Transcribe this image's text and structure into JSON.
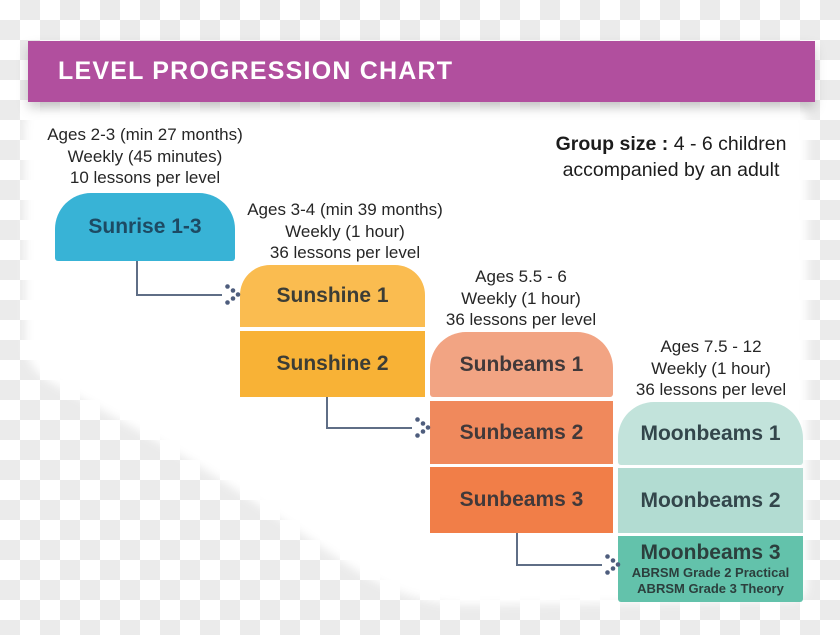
{
  "header": {
    "title": "LEVEL PROGRESSION CHART",
    "bg": "#b14f9e"
  },
  "group_size": {
    "label": "Group size :",
    "value_line1": "4 - 6 children",
    "value_line2": "accompanied by an adult"
  },
  "colors": {
    "connector_line": "#5f6e86",
    "connector_dots": "#4e5d7d",
    "checker_gray": "#ebebeb",
    "content_bg": "#ffffff"
  },
  "columns": [
    {
      "annotation": [
        "Ages 2-3 (min 27 months)",
        "Weekly (45 minutes)",
        "10 lessons per level"
      ],
      "boxes": [
        {
          "label": "Sunrise 1-3",
          "bg": "#38b3d6",
          "fg": "#1d4a63"
        }
      ]
    },
    {
      "annotation": [
        "Ages 3-4 (min 39 months)",
        "Weekly (1 hour)",
        "36 lessons per level"
      ],
      "boxes": [
        {
          "label": "Sunshine 1",
          "bg": "#fabc50",
          "fg": "#3c3d36"
        },
        {
          "label": "Sunshine 2",
          "bg": "#f8b236",
          "fg": "#3c3d36"
        }
      ]
    },
    {
      "annotation": [
        "Ages 5.5 - 6",
        "Weekly (1 hour)",
        "36 lessons per level"
      ],
      "boxes": [
        {
          "label": "Sunbeams 1",
          "bg": "#f2a483",
          "fg": "#41393a"
        },
        {
          "label": "Sunbeams 2",
          "bg": "#f0895c",
          "fg": "#41393a"
        },
        {
          "label": "Sunbeams 3",
          "bg": "#f17e48",
          "fg": "#41393a"
        }
      ]
    },
    {
      "annotation": [
        "Ages 7.5 - 12",
        "Weekly (1 hour)",
        "36 lessons per level"
      ],
      "boxes": [
        {
          "label": "Moonbeams 1",
          "bg": "#c2e3db",
          "fg": "#33464b"
        },
        {
          "label": "Moonbeams 2",
          "bg": "#b2dcd2",
          "fg": "#33464b"
        },
        {
          "label": "Moonbeams 3",
          "bg": "#63c2ab",
          "fg": "#2c3f3d",
          "sublines": [
            "ABRSM Grade 2 Practical",
            "ABRSM Grade 3 Theory"
          ]
        }
      ]
    }
  ]
}
